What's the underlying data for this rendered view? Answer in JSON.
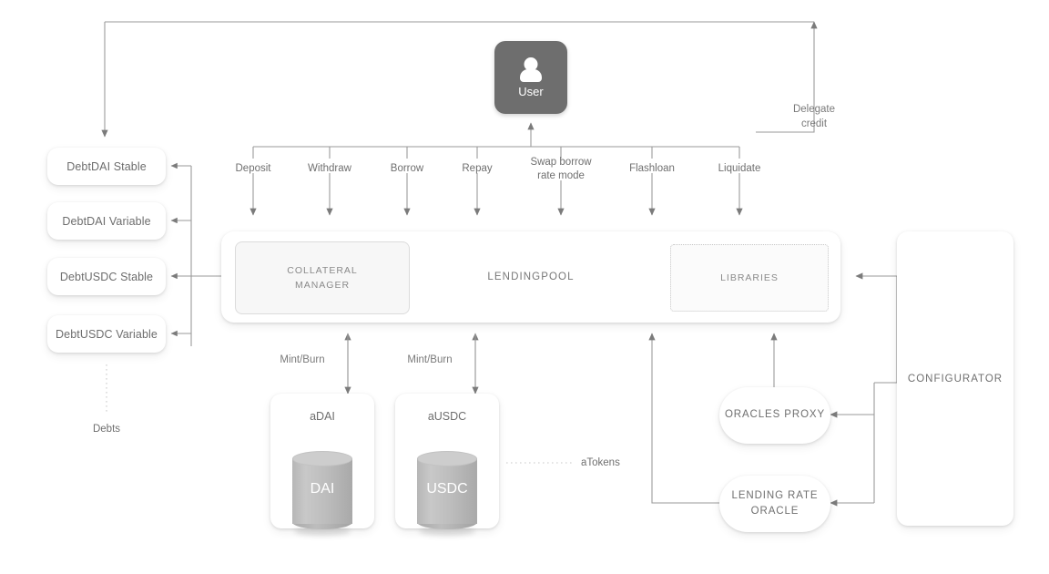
{
  "diagram": {
    "title": "Aave lending protocol architecture",
    "colors": {
      "user_fill": "#6e6e6e",
      "line": "#8c8c8c",
      "text": "#6f6f6f",
      "card_bg": "#ffffff",
      "inner_fill": "#f7f7f7",
      "cylinder": "#bdbdbd"
    }
  },
  "user": {
    "label": "User",
    "icon": "user-icon"
  },
  "actions": [
    {
      "label": "Deposit"
    },
    {
      "label": "Withdraw"
    },
    {
      "label": "Borrow"
    },
    {
      "label": "Repay"
    },
    {
      "label": "Swap borrow",
      "label2": "rate mode"
    },
    {
      "label": "Flashloan"
    },
    {
      "label": "Liquidate"
    }
  ],
  "debts": {
    "group_label": "Debts",
    "items": [
      {
        "label": "DebtDAI Stable"
      },
      {
        "label": "DebtDAI Variable"
      },
      {
        "label": "DebtUSDC Stable"
      },
      {
        "label": "DebtUSDC Variable"
      }
    ]
  },
  "lendingpool": {
    "label": "LENDINGPOOL",
    "collateral_manager": {
      "line1": "COLLATERAL",
      "line2": "MANAGER"
    },
    "libraries": {
      "label": "LIBRARIES"
    }
  },
  "tokens": {
    "group_label": "aTokens",
    "mint_burn_label": "Mint/Burn",
    "items": [
      {
        "name": "aDAI",
        "underlying": "DAI"
      },
      {
        "name": "aUSDC",
        "underlying": "USDC"
      }
    ]
  },
  "oracles": {
    "proxy": {
      "label": "ORACLES PROXY"
    },
    "lending_rate": {
      "line1": "LENDING RATE",
      "line2": "ORACLE"
    }
  },
  "configurator": {
    "label": "CONFIGURATOR"
  },
  "delegate": {
    "line1": "Delegate",
    "line2": "credit"
  }
}
